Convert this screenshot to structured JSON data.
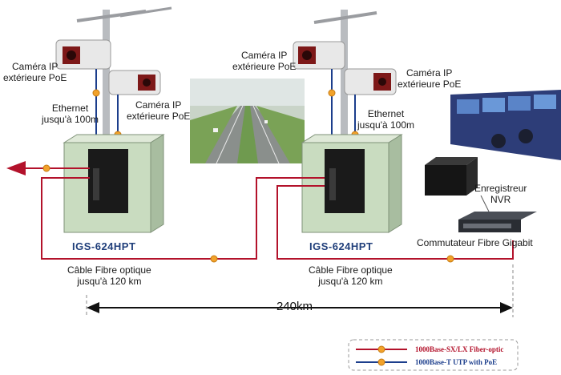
{
  "cameras": {
    "left_top": "Caméra IP\nextérieure PoE",
    "left_bottom": "Caméra IP\nextérieure PoE",
    "center": "Caméra IP\nextérieure PoE",
    "right": "Caméra IP\nextérieure PoE"
  },
  "ethernet": {
    "left": "Ethernet\njusqu'à 100m",
    "right": "Ethernet\njusqu'à 100m"
  },
  "switches": {
    "left_model": "IGS-624HPT",
    "right_model": "IGS-624HPT"
  },
  "fiber": {
    "left": "Câble Fibre optique\njusqu'à 120 km",
    "right": "Câble Fibre optique\njusqu'à 120 km"
  },
  "nvr": "Enregistreur\nNVR",
  "gigabit_switch": "Commutateur Fibre Gigabit",
  "distance": "240km",
  "legend": {
    "fiber": "1000Base-SX/LX Fiber-optic",
    "utp": "1000Base-T UTP with PoE"
  },
  "colors": {
    "fiber": "#b3122b",
    "utp": "#1c3e8c",
    "cabinet": "#c9dcc0",
    "model_text": "#1f3e7a"
  }
}
